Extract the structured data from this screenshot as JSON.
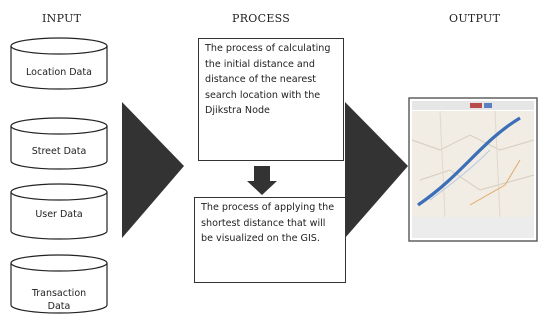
{
  "headers": {
    "input": "INPUT",
    "process": "PROCESS",
    "output": "OUTPUT"
  },
  "inputs": [
    "Location Data",
    "Street Data",
    "User Data",
    "Transaction Data"
  ],
  "process_steps": [
    "The process of calculating the initial distance and distance of the nearest search location with the Djikstra Node",
    "The process of applying the shortest distance that will be visualized on the GIS."
  ],
  "colors": {
    "arrow": "#333333",
    "map_background": "#f1ede4",
    "river": "#3d6fb8",
    "frame": "#555555"
  },
  "output_icon": "map-screenshot"
}
